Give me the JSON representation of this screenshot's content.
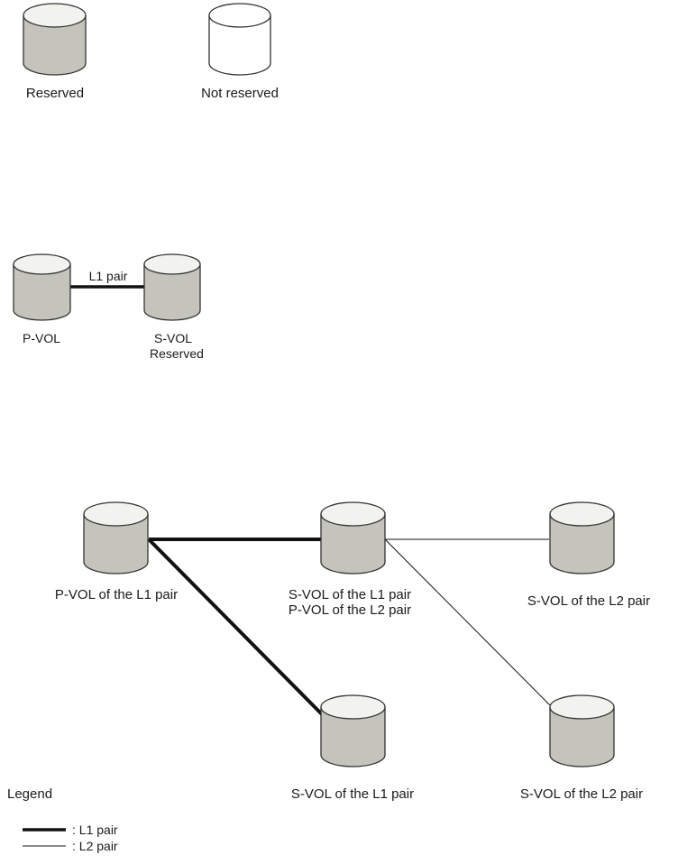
{
  "colors": {
    "reserved_body": "#c4c4bc",
    "reserved_top": "#f2f2ee",
    "not_reserved_fill": "#ffffff",
    "outline": "#333333",
    "line": "#111111"
  },
  "key": {
    "reserved_label": "Reserved",
    "not_reserved_label": "Not reserved"
  },
  "simple_pair": {
    "pair_label": "L1 pair",
    "pvol_label": "P-VOL",
    "svol_label_line1": "S-VOL",
    "svol_label_line2": "Reserved"
  },
  "cascade": {
    "pvol_l1_label": "P-VOL of the L1 pair",
    "svol_l1_pvol_l2_line1": "S-VOL of the L1 pair",
    "svol_l1_pvol_l2_line2": "P-VOL of the L2 pair",
    "svol_l2_top_label": "S-VOL of the L2 pair",
    "svol_l1_bottom_label": "S-VOL of the L1 pair",
    "svol_l2_bottom_label": "S-VOL of the L2 pair"
  },
  "legend": {
    "title": "Legend",
    "l1_label": ": L1 pair",
    "l2_label": ": L2 pair"
  }
}
